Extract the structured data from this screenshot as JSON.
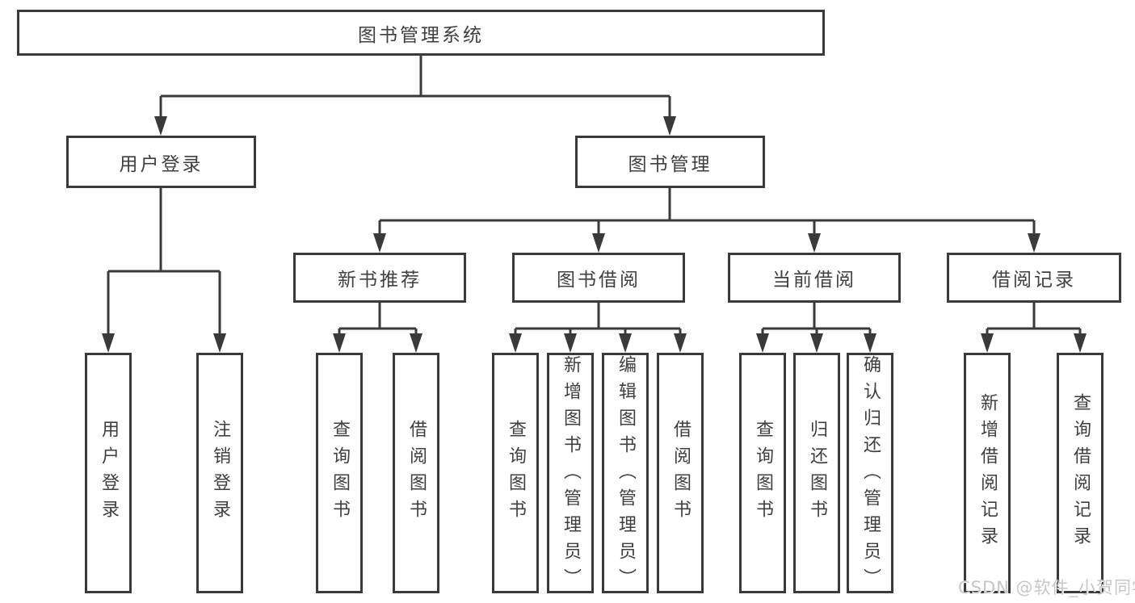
{
  "diagram": {
    "root": {
      "label": "图书管理系统"
    },
    "branches": [
      {
        "label": "用户登录",
        "children": [
          {
            "label": "用户登录"
          },
          {
            "label": "注销登录"
          }
        ]
      },
      {
        "label": "图书管理",
        "children": [
          {
            "label": "新书推荐",
            "children": [
              {
                "label": "查询图书"
              },
              {
                "label": "借阅图书"
              }
            ]
          },
          {
            "label": "图书借阅",
            "children": [
              {
                "label": "查询图书"
              },
              {
                "label": "新增图书（管理员）"
              },
              {
                "label": "编辑图书（管理员）"
              },
              {
                "label": "借阅图书"
              }
            ]
          },
          {
            "label": "当前借阅",
            "children": [
              {
                "label": "查询图书"
              },
              {
                "label": "归还图书"
              },
              {
                "label": "确认归还（管理员）"
              }
            ]
          },
          {
            "label": "借阅记录",
            "children": [
              {
                "label": "新增借阅记录"
              },
              {
                "label": "查询借阅记录"
              }
            ]
          }
        ]
      }
    ],
    "colors": {
      "line": "#3a3a3a",
      "text": "#3f3f3f",
      "background": "#ffffff",
      "watermark": "#c7c7c7"
    },
    "watermark": {
      "text": "CSDN @软件_小贺同学"
    }
  }
}
